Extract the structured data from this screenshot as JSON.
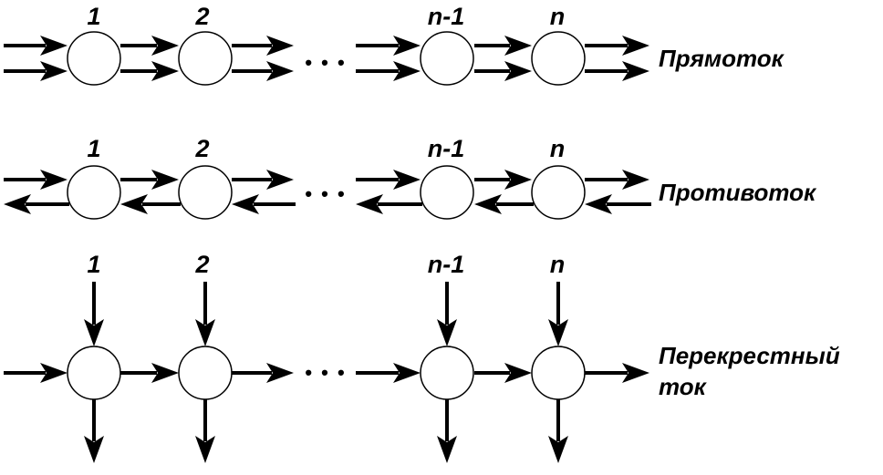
{
  "diagram": {
    "rows": [
      {
        "id": "cocurrent",
        "label_lines": [
          "Прямоток"
        ],
        "stage_labels": [
          "1",
          "2",
          "n-1",
          "n"
        ],
        "ellipsis": "• • •"
      },
      {
        "id": "countercurrent",
        "label_lines": [
          "Противоток"
        ],
        "stage_labels": [
          "1",
          "2",
          "n-1",
          "n"
        ],
        "ellipsis": "• • •"
      },
      {
        "id": "crossflow",
        "label_lines": [
          "Перекрестный",
          "ток"
        ],
        "stage_labels": [
          "1",
          "2",
          "n-1",
          "n"
        ],
        "ellipsis": "• • •"
      }
    ],
    "colors": {
      "stroke": "#000000",
      "node_fill": "#ffffff",
      "background": "#ffffff"
    }
  }
}
